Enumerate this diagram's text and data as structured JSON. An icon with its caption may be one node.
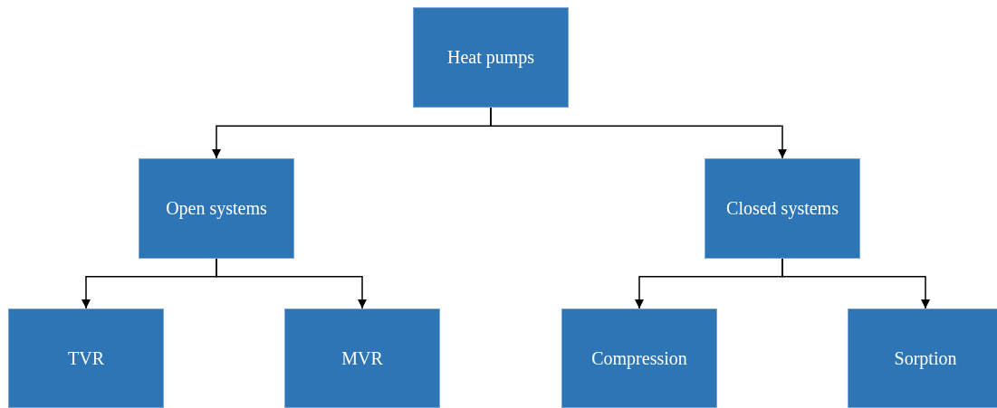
{
  "diagram": {
    "nodes": [
      {
        "text": [
          "Heat pumps"
        ]
      },
      {
        "text": [
          "Open systems"
        ]
      },
      {
        "text": [
          "Closed systems"
        ]
      },
      {
        "text": [
          "TVR"
        ]
      },
      {
        "text": [
          "MVR"
        ]
      },
      {
        "text": [
          "Compression"
        ]
      },
      {
        "text": [
          "Sorption"
        ]
      }
    ],
    "edges": [
      {
        "from": 0,
        "to": 1,
        "arrow": "to"
      },
      {
        "from": 0,
        "to": 2,
        "arrow": "to"
      },
      {
        "from": 1,
        "to": 3,
        "arrow": "to"
      },
      {
        "from": 1,
        "to": 4,
        "arrow": "to"
      },
      {
        "from": 2,
        "to": 5,
        "arrow": "to"
      },
      {
        "from": 2,
        "to": 6,
        "arrow": "to"
      }
    ]
  }
}
